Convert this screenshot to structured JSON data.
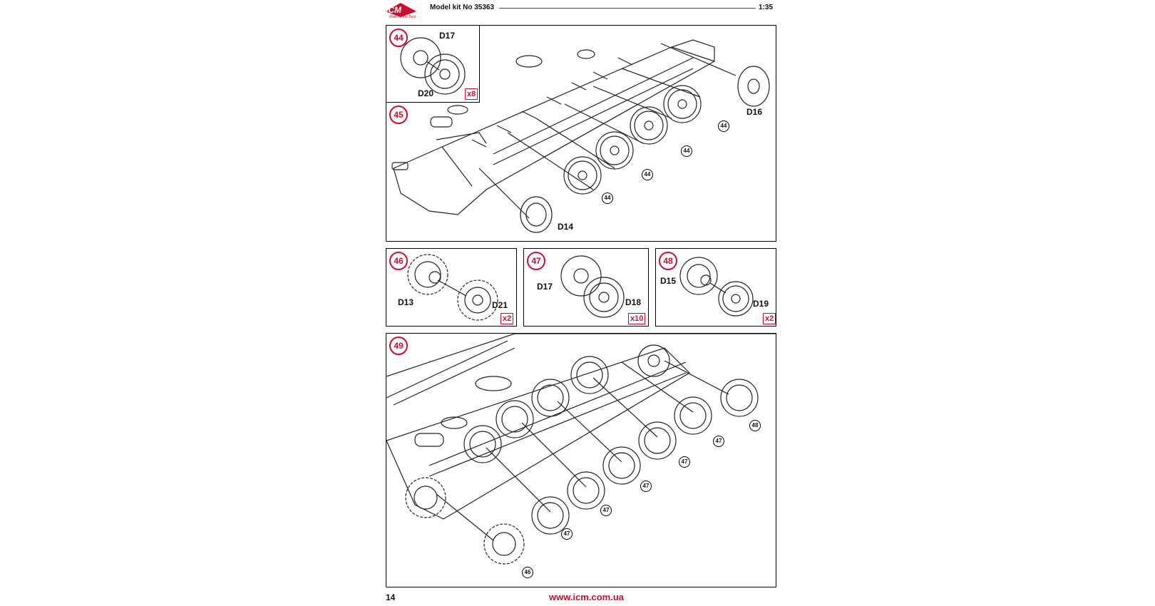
{
  "header": {
    "logo_text": "ICM",
    "logo_tagline": "Make in the Best",
    "model_kit": "Model kit No 35363",
    "scale": "1:35",
    "accent_color": "#c8102e"
  },
  "steps": {
    "s44": {
      "number": "44",
      "parts": [
        "D17",
        "D20"
      ],
      "multiplier": "x8"
    },
    "s45": {
      "number": "45",
      "parts": [
        "D16",
        "D14"
      ],
      "refs": [
        "44",
        "44",
        "44",
        "44"
      ]
    },
    "s46": {
      "number": "46",
      "parts": [
        "D13",
        "D21"
      ],
      "multiplier": "x2"
    },
    "s47": {
      "number": "47",
      "parts": [
        "D17",
        "D18"
      ],
      "multiplier": "x10"
    },
    "s48": {
      "number": "48",
      "parts": [
        "D15",
        "D19"
      ],
      "multiplier": "x2"
    },
    "s49": {
      "number": "49",
      "refs": [
        "48",
        "47",
        "47",
        "47",
        "47",
        "47",
        "46"
      ]
    }
  },
  "footer": {
    "page_number": "14",
    "url": "www.icm.com.ua"
  }
}
